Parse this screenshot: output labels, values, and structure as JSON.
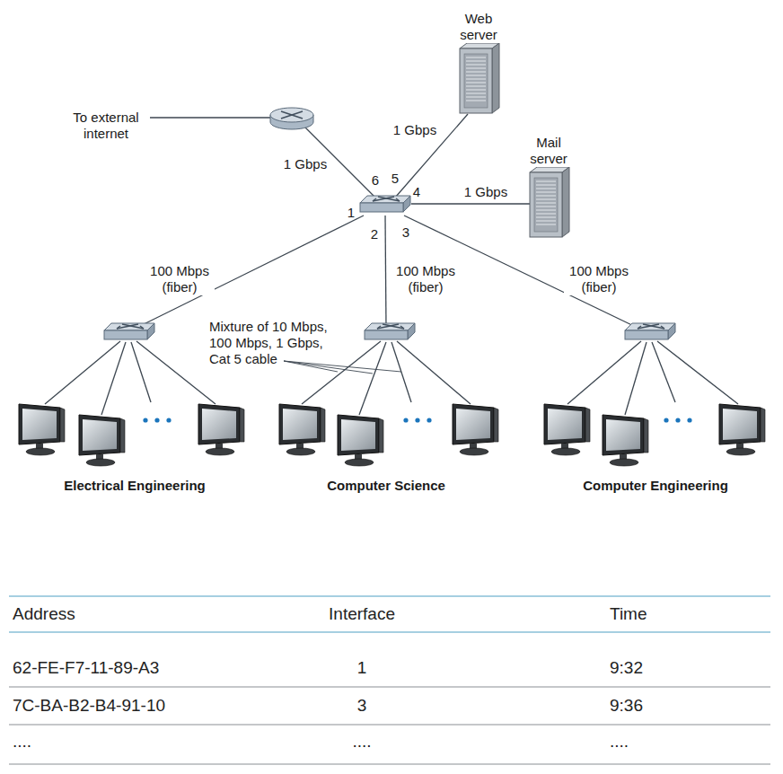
{
  "diagram": {
    "nodes": [
      {
        "text": [
          "Web server"
        ]
      },
      {
        "text": [
          "Mail server"
        ]
      }
    ],
    "labels": [
      "To external internet",
      "1 Gbps",
      "1 Gbps",
      "1 Gbps",
      "6",
      "5",
      "4",
      "1",
      "2",
      "3",
      "100 Mbps (fiber)",
      "100 Mbps (fiber)",
      "100 Mbps (fiber)",
      "Mixture of 10 Mbps, 100 Mbps, 1 Gbps, Cat 5 cable",
      "Electrical Engineering",
      "Computer Science",
      "Computer Engineering",
      "Address",
      "Interface",
      "Time",
      "62-FE-F7-11-89-A3",
      "1",
      "9:32",
      "7C-BA-B2-B4-91-10",
      "3",
      "9:36",
      "....",
      "....",
      "...."
    ]
  }
}
